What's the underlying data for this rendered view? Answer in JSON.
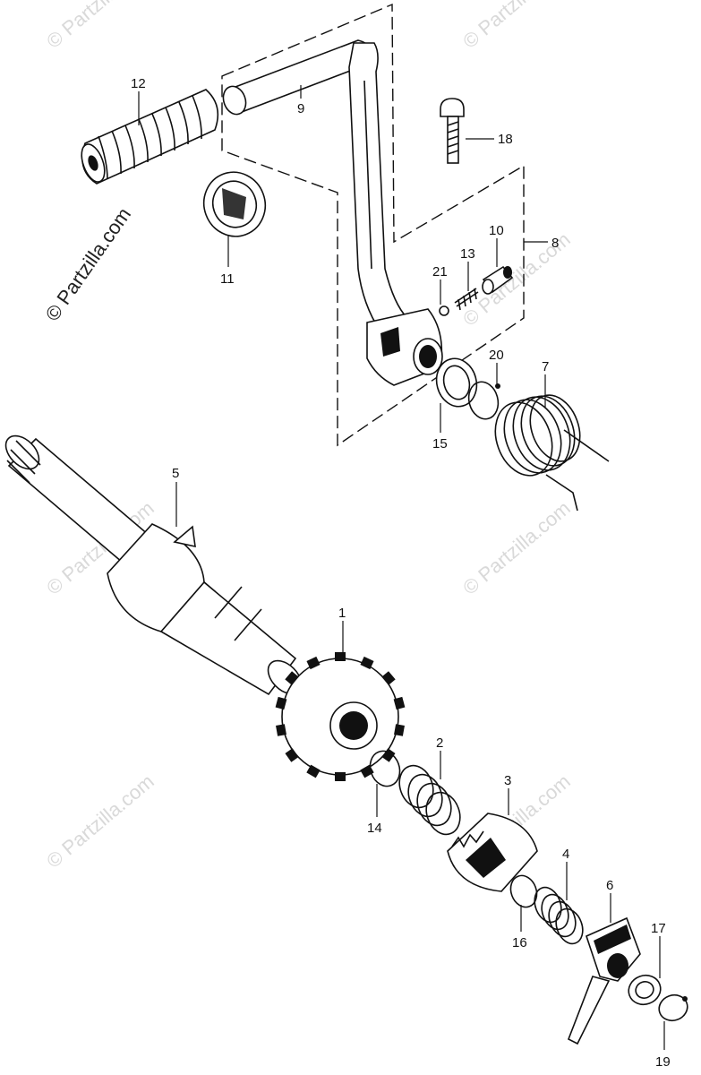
{
  "watermarks": {
    "text": "© Partzilla.com"
  },
  "parts": [
    {
      "id": "1",
      "label": "1"
    },
    {
      "id": "2",
      "label": "2"
    },
    {
      "id": "3",
      "label": "3"
    },
    {
      "id": "4",
      "label": "4"
    },
    {
      "id": "5",
      "label": "5"
    },
    {
      "id": "6",
      "label": "6"
    },
    {
      "id": "7",
      "label": "7"
    },
    {
      "id": "8",
      "label": "8"
    },
    {
      "id": "9",
      "label": "9"
    },
    {
      "id": "10",
      "label": "10"
    },
    {
      "id": "11",
      "label": "11"
    },
    {
      "id": "12",
      "label": "12"
    },
    {
      "id": "13",
      "label": "13"
    },
    {
      "id": "14",
      "label": "14"
    },
    {
      "id": "15",
      "label": "15"
    },
    {
      "id": "16",
      "label": "16"
    },
    {
      "id": "17",
      "label": "17"
    },
    {
      "id": "18",
      "label": "18"
    },
    {
      "id": "19",
      "label": "19"
    },
    {
      "id": "20",
      "label": "20"
    },
    {
      "id": "21",
      "label": "21"
    }
  ],
  "colors": {
    "ink": "#111111",
    "watermark": "#d9d9d9",
    "background": "#ffffff"
  }
}
